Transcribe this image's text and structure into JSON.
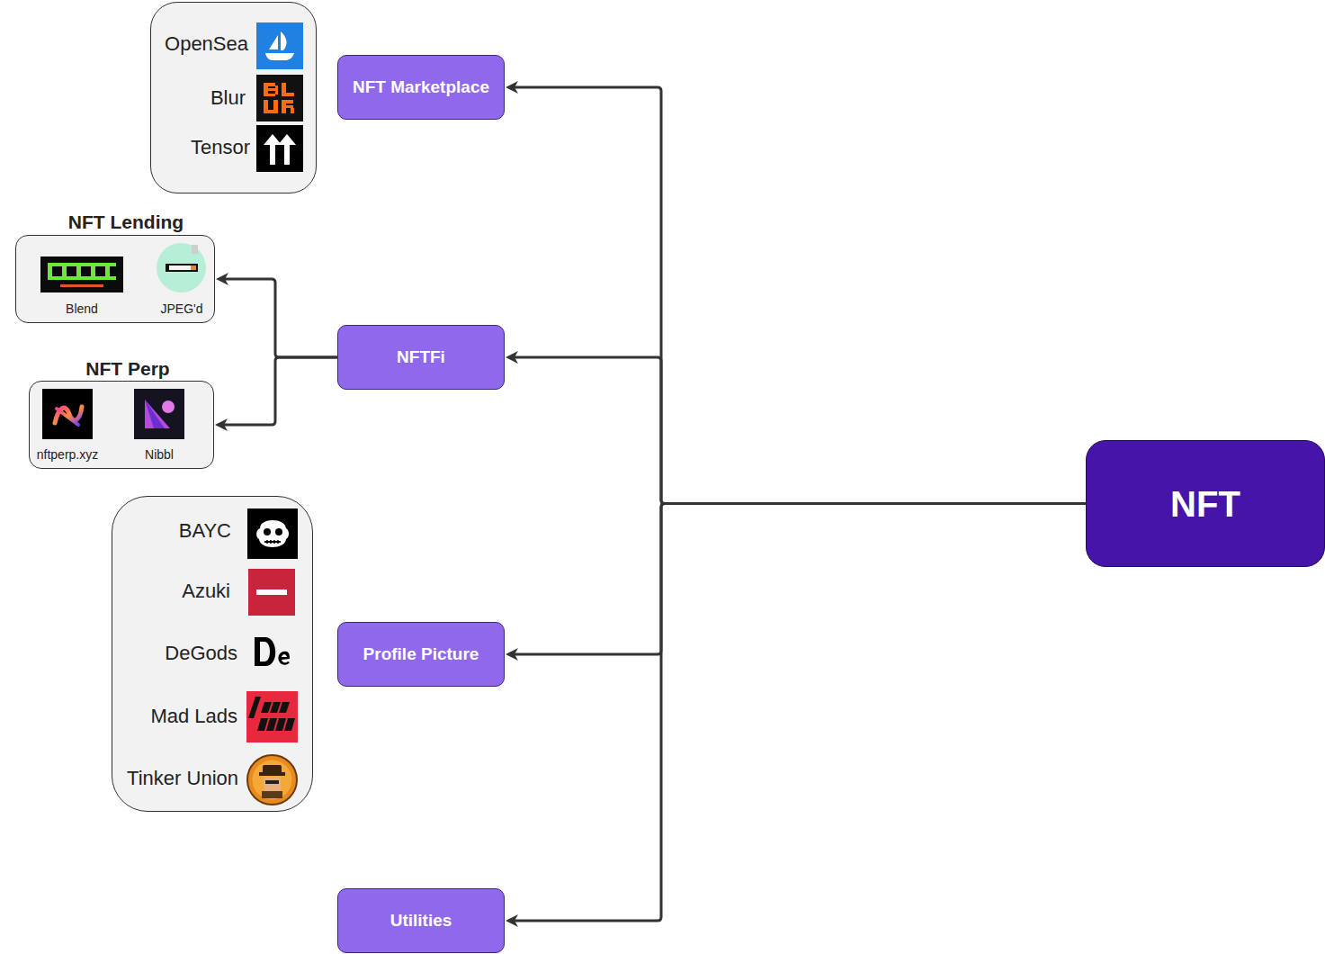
{
  "diagram": {
    "nodes": [
      {
        "text": [
          "OpenSea",
          "Blur",
          "Tensor"
        ]
      },
      {
        "text": [
          "NFT Marketplace"
        ]
      },
      {
        "text": [
          "NFT Lending",
          "Blend",
          "JPEG'd"
        ]
      },
      {
        "text": [
          "NFT Perp",
          "nftperp.xyz",
          "Nibbl"
        ]
      },
      {
        "text": [
          "NFTFi"
        ]
      },
      {
        "text": [
          "BAYC",
          "Azuki",
          "DeGods",
          "Mad Lads",
          "Tinker Union"
        ]
      },
      {
        "text": [
          "Profile Picture"
        ]
      },
      {
        "text": [
          "Utilities"
        ]
      },
      {
        "text": [
          "NFT"
        ]
      }
    ],
    "edges": [
      {
        "from": 8,
        "to": 1,
        "arrow": "to"
      },
      {
        "from": 8,
        "to": 4,
        "arrow": "to"
      },
      {
        "from": 8,
        "to": 6,
        "arrow": "to"
      },
      {
        "from": 8,
        "to": 7,
        "arrow": "to"
      },
      {
        "from": 4,
        "to": 2,
        "arrow": "to"
      },
      {
        "from": 4,
        "to": 3,
        "arrow": "to"
      }
    ]
  }
}
